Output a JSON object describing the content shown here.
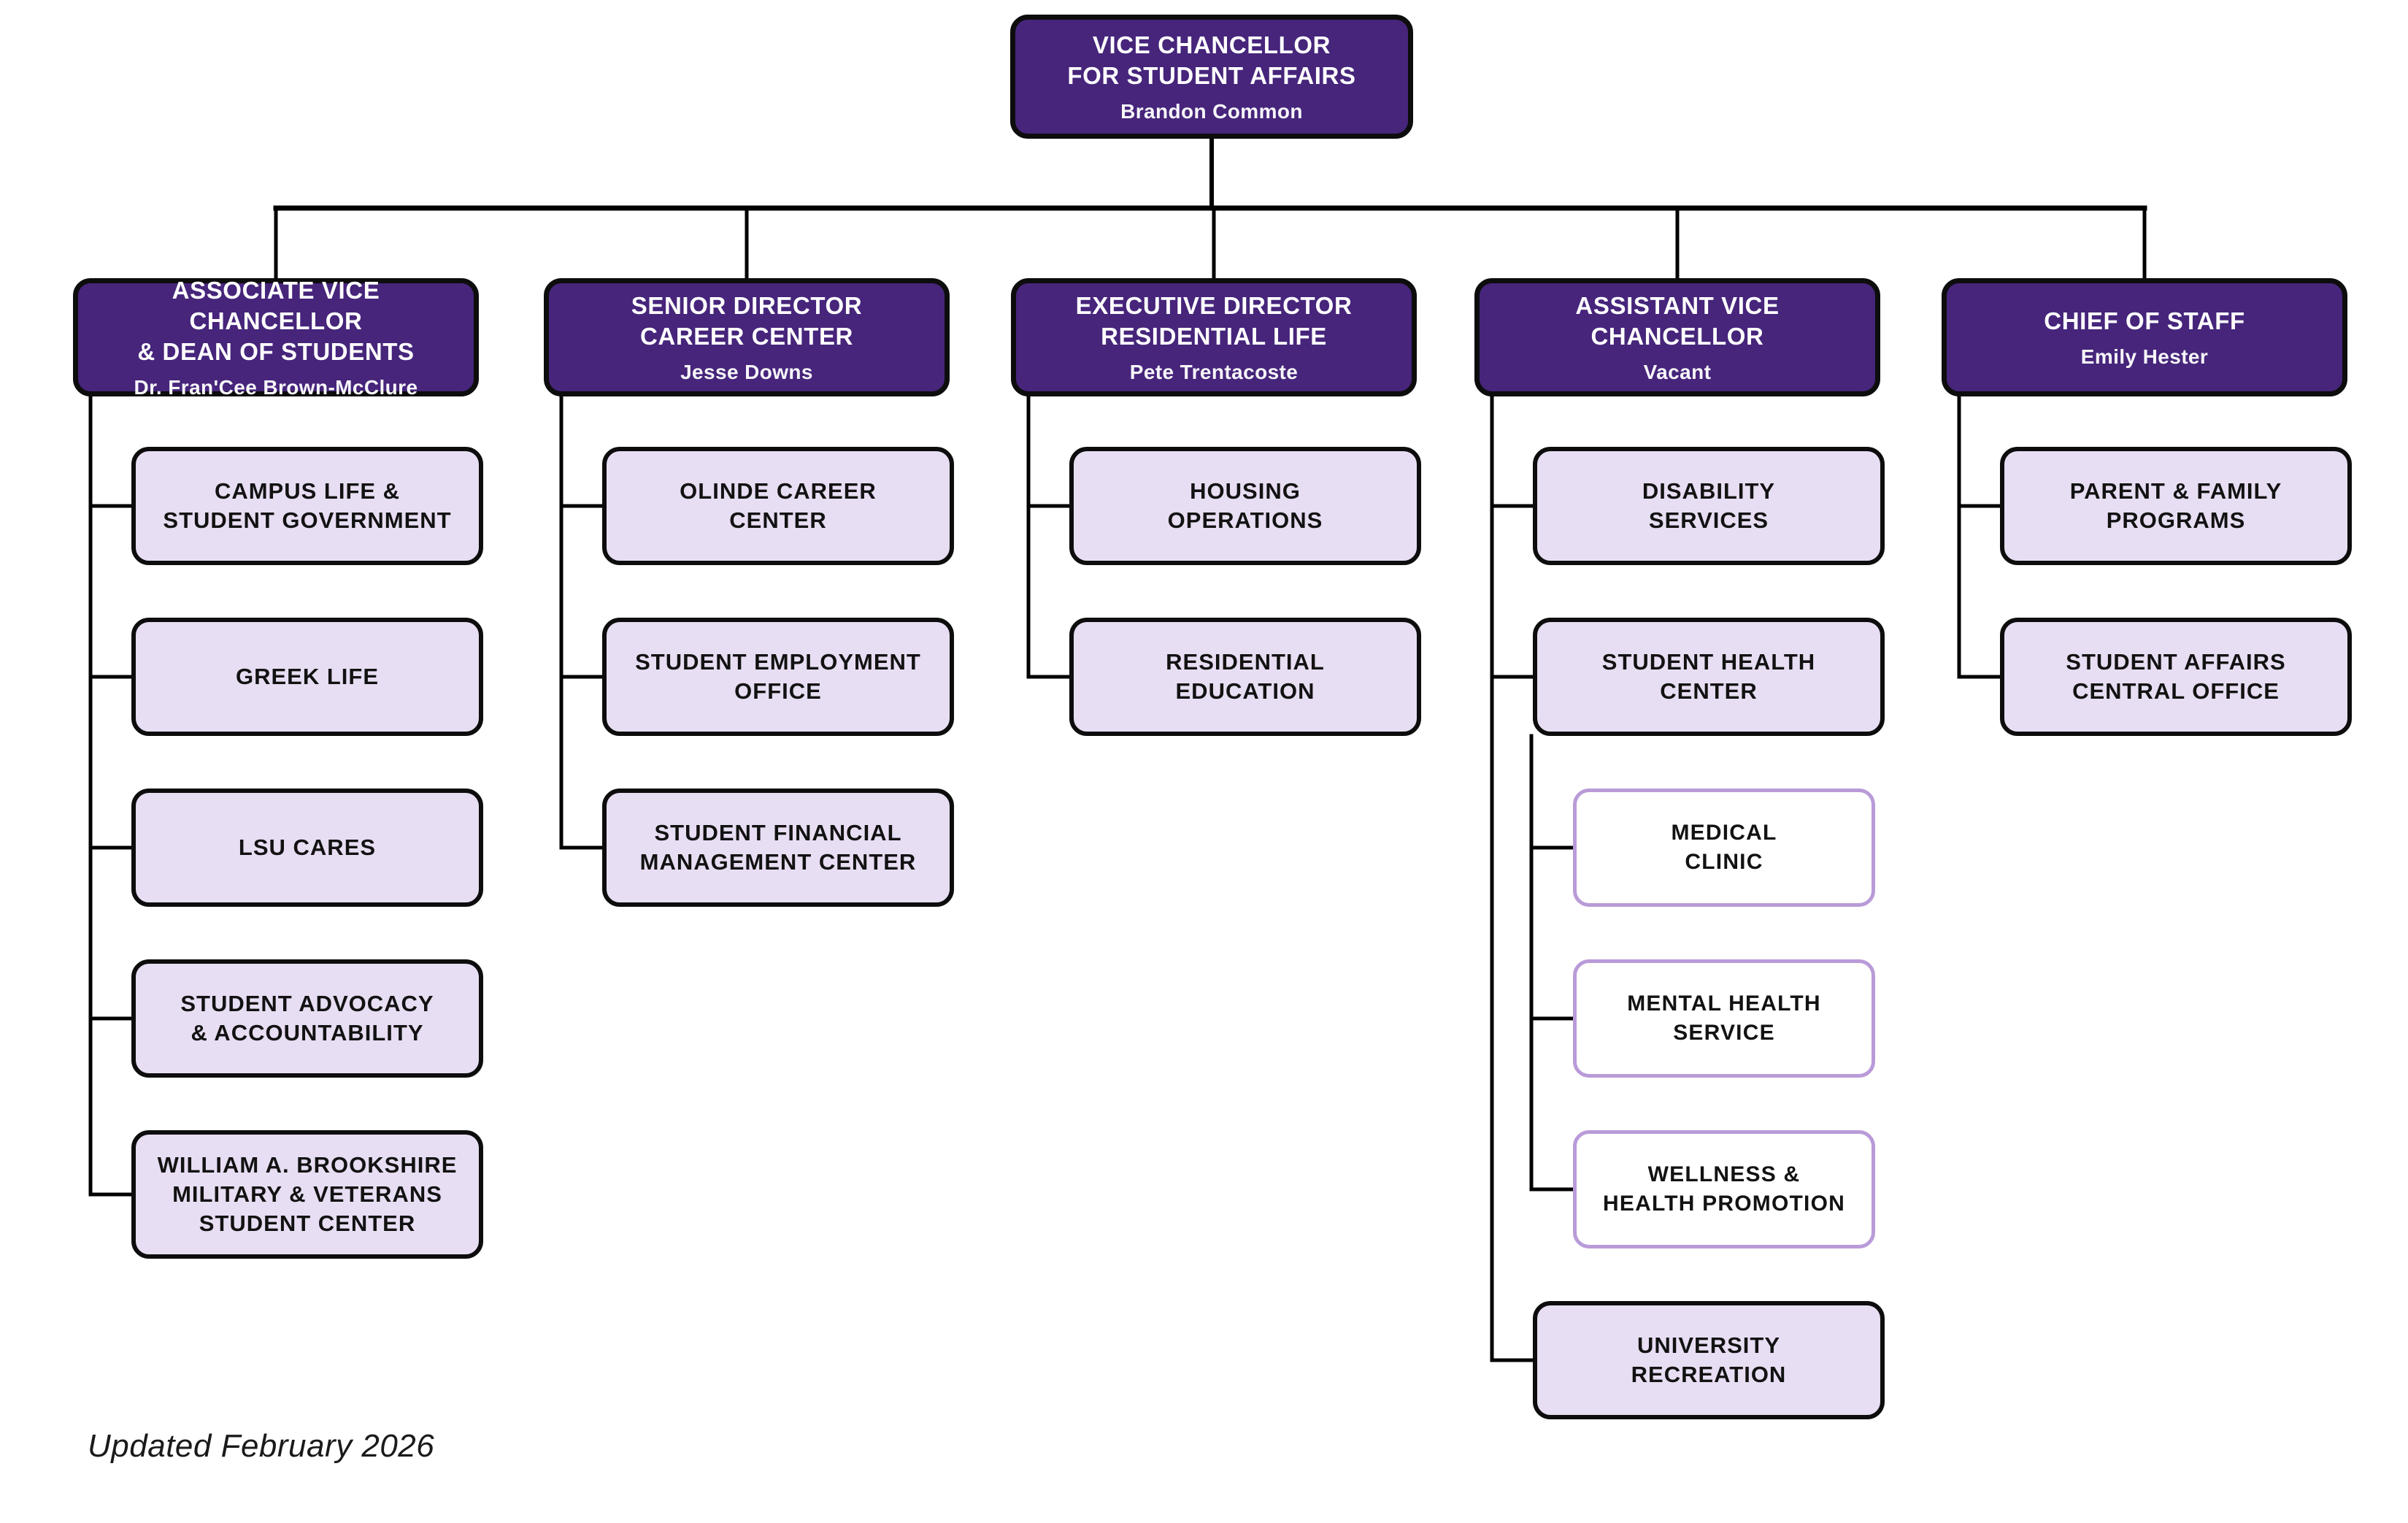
{
  "page": {
    "footer": "Updated February 2026"
  },
  "colors": {
    "brand_purple": "#46257b",
    "box_fill_light": "#e8def3",
    "sub_box_border": "#b99bd8",
    "outline": "#0d0d0d",
    "text_dark": "#121212",
    "text_light": "#ffffff",
    "connector": "#000000"
  },
  "org": {
    "root": {
      "title": [
        "VICE CHANCELLOR",
        "FOR STUDENT AFFAIRS"
      ],
      "name": "Brandon Common"
    },
    "columns": [
      {
        "title": [
          "ASSOCIATE VICE CHANCELLOR",
          "& DEAN OF STUDENTS"
        ],
        "name": "Dr. Fran'Cee Brown-McClure",
        "children": [
          {
            "label": [
              "CAMPUS LIFE &",
              "STUDENT GOVERNMENT"
            ]
          },
          {
            "label": [
              "GREEK LIFE"
            ]
          },
          {
            "label": [
              "LSU CARES"
            ]
          },
          {
            "label": [
              "STUDENT ADVOCACY",
              "& ACCOUNTABILITY"
            ]
          },
          {
            "label": [
              "WILLIAM A. BROOKSHIRE",
              "MILITARY & VETERANS",
              "STUDENT CENTER"
            ]
          }
        ]
      },
      {
        "title": [
          "SENIOR DIRECTOR",
          "CAREER CENTER"
        ],
        "name": "Jesse Downs",
        "children": [
          {
            "label": [
              "OLINDE CAREER",
              "CENTER"
            ]
          },
          {
            "label": [
              "STUDENT EMPLOYMENT",
              "OFFICE"
            ]
          },
          {
            "label": [
              "STUDENT FINANCIAL",
              "MANAGEMENT CENTER"
            ]
          }
        ]
      },
      {
        "title": [
          "EXECUTIVE DIRECTOR",
          "RESIDENTIAL LIFE"
        ],
        "name": "Pete Trentacoste",
        "children": [
          {
            "label": [
              "HOUSING",
              "OPERATIONS"
            ]
          },
          {
            "label": [
              "RESIDENTIAL",
              "EDUCATION"
            ]
          }
        ]
      },
      {
        "title": [
          "ASSISTANT VICE CHANCELLOR"
        ],
        "name": "Vacant",
        "children": [
          {
            "label": [
              "DISABILITY",
              "SERVICES"
            ]
          },
          {
            "label": [
              "STUDENT HEALTH",
              "CENTER"
            ],
            "children": [
              {
                "label": [
                  "MEDICAL",
                  "CLINIC"
                ]
              },
              {
                "label": [
                  "MENTAL HEALTH",
                  "SERVICE"
                ]
              },
              {
                "label": [
                  "WELLNESS &",
                  "HEALTH PROMOTION"
                ]
              }
            ]
          },
          {
            "label": [
              "UNIVERSITY",
              "RECREATION"
            ]
          }
        ]
      },
      {
        "title": [
          "CHIEF OF STAFF"
        ],
        "name": "Emily Hester",
        "children": [
          {
            "label": [
              "PARENT & FAMILY",
              "PROGRAMS"
            ]
          },
          {
            "label": [
              "STUDENT AFFAIRS",
              "CENTRAL OFFICE"
            ]
          }
        ]
      }
    ]
  }
}
